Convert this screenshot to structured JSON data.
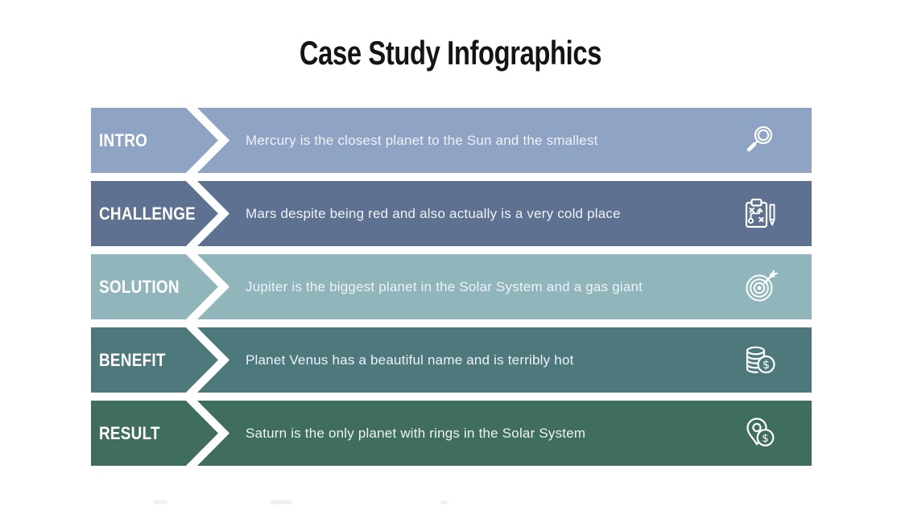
{
  "slide": {
    "title": "Case Study Infographics",
    "background_color": "#ffffff",
    "title_color": "#141414",
    "label_text_color": "#ffffff",
    "description_text_color": "#edf2f7",
    "chevron_color": "#ffffff"
  },
  "rows": [
    {
      "label": "INTRO",
      "description": "Mercury is the closest planet to the Sun and the smallest",
      "icon": "search-icon",
      "color": "#8fa3c5"
    },
    {
      "label": "CHALLENGE",
      "description": "Mars despite being red and also actually is a very cold place",
      "icon": "strategy-clipboard-icon",
      "color": "#5e7191"
    },
    {
      "label": "SOLUTION",
      "description": "Jupiter is the biggest planet in the Solar System and a gas giant",
      "icon": "target-dart-icon",
      "color": "#90b6bb"
    },
    {
      "label": "BENEFIT",
      "description": "Planet Venus has a beautiful name and is terribly hot",
      "icon": "coins-dollar-icon",
      "color": "#4d797d"
    },
    {
      "label": "RESULT",
      "description": "Saturn is the only planet with rings in the Solar System",
      "icon": "price-pin-icon",
      "color": "#3f6e5d"
    }
  ]
}
